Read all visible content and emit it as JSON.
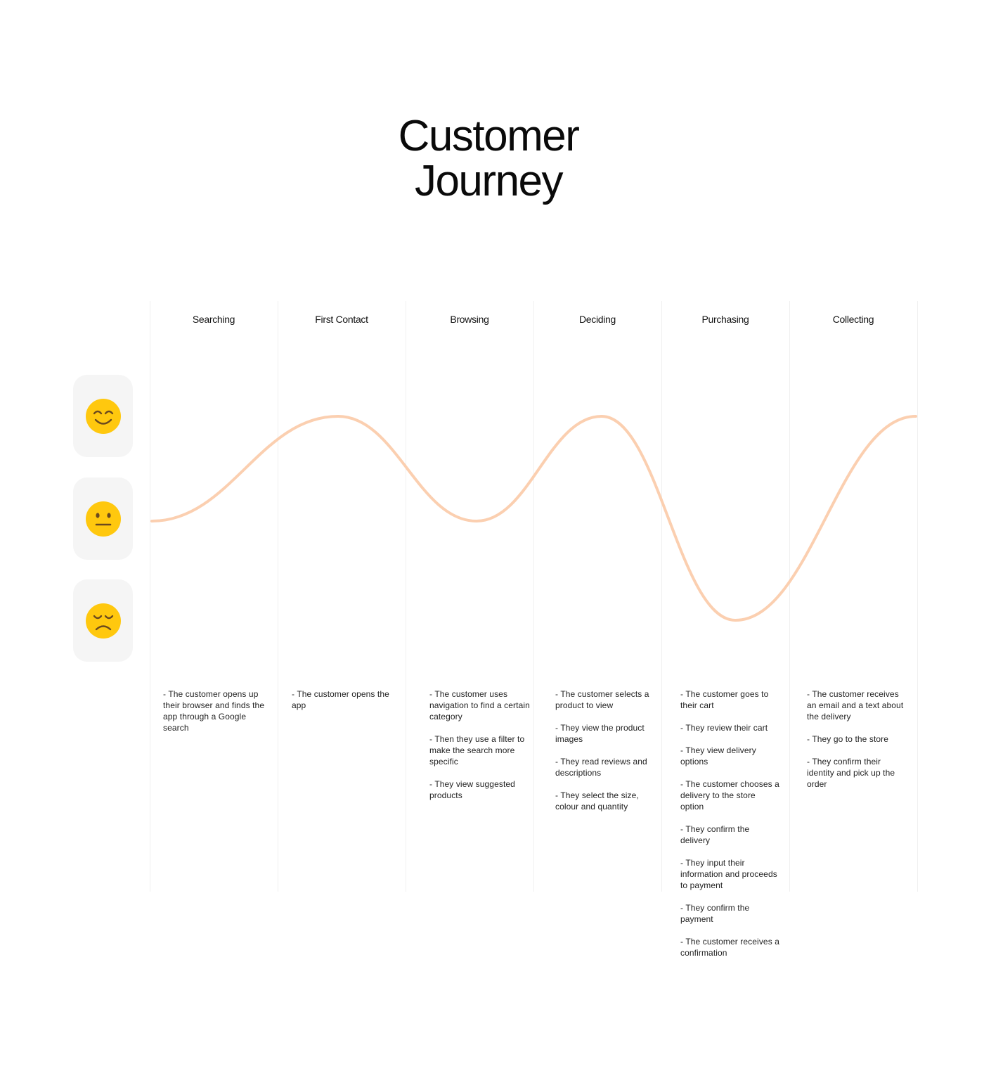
{
  "page": {
    "title_line1": "Customer",
    "title_line2": "Journey"
  },
  "emotions": [
    {
      "icon": "happy-face-icon",
      "mood": "positive"
    },
    {
      "icon": "neutral-face-icon",
      "mood": "neutral"
    },
    {
      "icon": "sad-face-icon",
      "mood": "negative"
    }
  ],
  "colors": {
    "curve": "#fbcfb0",
    "emoji_face": "#ffc80e",
    "emoji_feature": "#6b4a1e",
    "card_bg": "#f5f5f5"
  },
  "chart_data": {
    "type": "line",
    "levels": [
      "positive",
      "neutral",
      "negative"
    ],
    "series_points": [
      {
        "stage": "Searching",
        "mood_level": 0
      },
      {
        "stage": "First Contact",
        "mood_level": 1
      },
      {
        "stage": "Browsing",
        "mood_level": 0
      },
      {
        "stage": "Deciding",
        "mood_level": 1
      },
      {
        "stage": "Purchasing",
        "mood_level": -1
      },
      {
        "stage": "Collecting",
        "mood_level": 1
      }
    ]
  },
  "stages": [
    {
      "name": "Searching",
      "notes": [
        "- The customer opens up their browser and finds the app through a Google search"
      ]
    },
    {
      "name": "First Contact",
      "notes": [
        "- The customer opens the app"
      ]
    },
    {
      "name": "Browsing",
      "notes": [
        "- The customer uses navigation to find a certain category",
        "- Then they use a filter to make the search more specific",
        "- They view suggested products"
      ]
    },
    {
      "name": "Deciding",
      "notes": [
        "- The customer selects a product to view",
        "- They view the product images",
        "- They read reviews and descriptions",
        "- They select the size, colour and quantity"
      ]
    },
    {
      "name": "Purchasing",
      "notes": [
        "- The customer goes to their cart",
        "- They review their cart",
        "- They view delivery options",
        "- The customer chooses a delivery to the store option",
        "- They confirm the delivery",
        "- They input their information and proceeds to payment",
        "- They confirm the payment",
        "- The customer receives a confirmation"
      ]
    },
    {
      "name": "Collecting",
      "notes": [
        "- The customer receives an email and a text about the delivery",
        "- They go to the store",
        "- They confirm their identity and pick up the order"
      ]
    }
  ]
}
